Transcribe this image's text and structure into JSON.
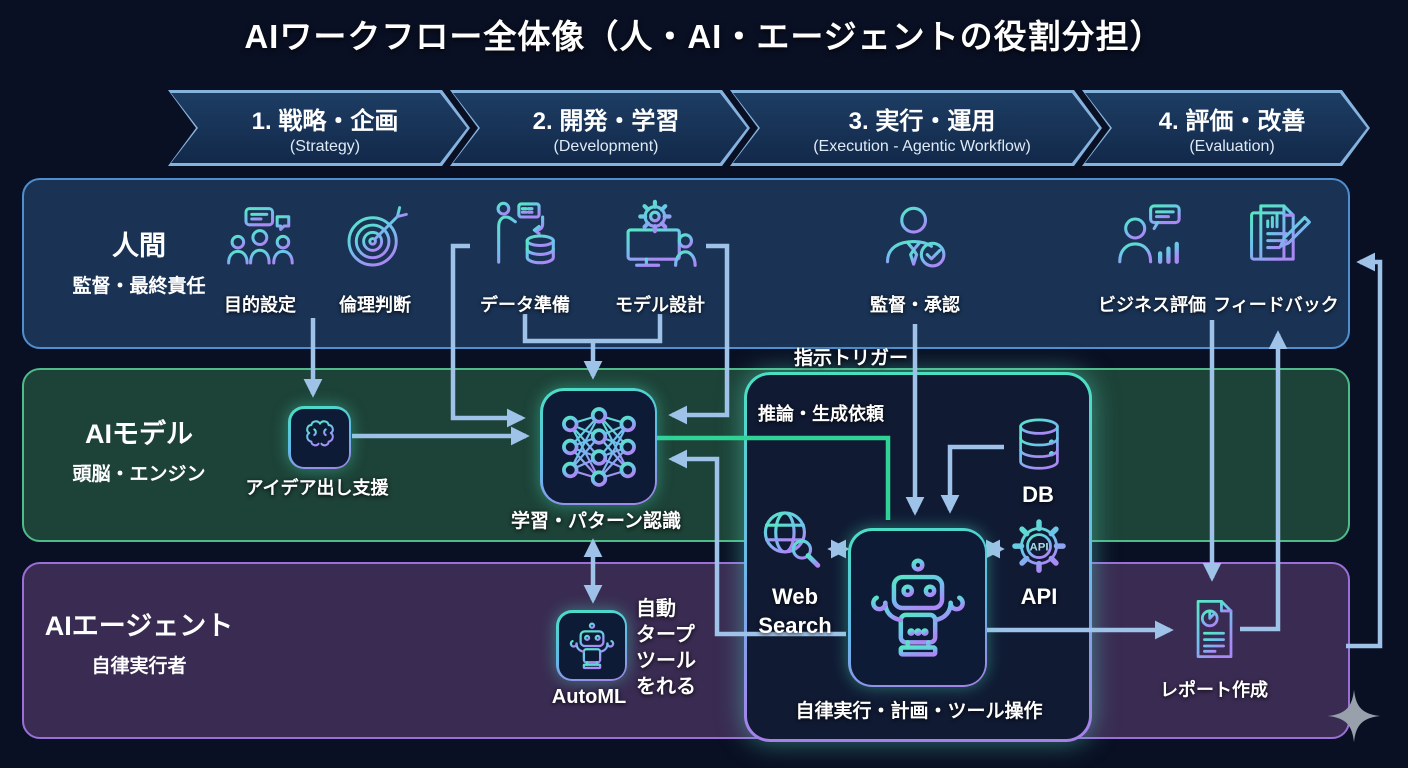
{
  "title": "AIワークフロー全体像（人・AI・エージェントの役割分担）",
  "phases": [
    {
      "label": "1. 戦略・企画",
      "sub": "(Strategy)"
    },
    {
      "label": "2. 開発・学習",
      "sub": "(Development)"
    },
    {
      "label": "3. 実行・運用",
      "sub": "(Execution - Agentic Workflow)"
    },
    {
      "label": "4. 評価・改善",
      "sub": "(Evaluation)"
    }
  ],
  "lanes": {
    "human": {
      "title": "人間",
      "subtitle": "監督・最終責任"
    },
    "model": {
      "title": "AIモデル",
      "subtitle": "頭脳・エンジン"
    },
    "agent": {
      "title": "AIエージェント",
      "subtitle": "自律実行者"
    }
  },
  "human_items": [
    {
      "label": "目的設定"
    },
    {
      "label": "倫理判断"
    },
    {
      "label": "データ準備"
    },
    {
      "label": "モデル設計"
    },
    {
      "label": "監督・承認"
    },
    {
      "label": "ビジネス評価"
    },
    {
      "label": "フィードバック"
    }
  ],
  "model_items": {
    "idea_support": "アイデア出し支援",
    "learning": "学習・パターン認識",
    "automl": "AutoML",
    "automl_note": "自動\nタープ\nツール\nをれる"
  },
  "agent_area": {
    "trigger_label": "指示トリガー",
    "request_label": "推論・生成依頼",
    "web_search": "Web\nSearch",
    "db": "DB",
    "api": "API",
    "api_icon_text": "API",
    "bottom_label": "自律実行・計画・ツール操作",
    "report": "レポート作成"
  },
  "colors": {
    "background": "#0a1024",
    "human_lane": "#1a3355",
    "human_border": "#4f8fd0",
    "model_lane": "#1d4237",
    "model_border": "#4fbb8a",
    "agent_lane": "#3a2b52",
    "agent_border": "#9a6fd8",
    "arrow": "#9fc2e8",
    "green_link": "#2fd396",
    "neon_teal": "#49e0c2",
    "neon_purple": "#a87fe8"
  }
}
